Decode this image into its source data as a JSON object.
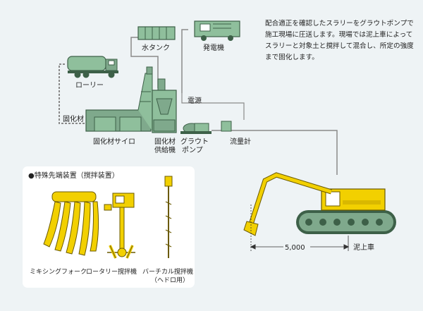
{
  "description": "配合適正を確認したスラリーをグラウトポンプで施工現場に圧送します。現場では泥上車によってスラリーと対象土と撹拌して混合し、所定の強度まで固化します。",
  "labels": {
    "water_tank": "水タンク",
    "generator": "発電機",
    "lorry": "ローリー",
    "power": "電源",
    "solidifier": "固化材",
    "silo": "固化材サイロ",
    "feeder": [
      "固化材",
      "供給機"
    ],
    "grout_pump": [
      "グラウト",
      "ポンプ"
    ],
    "flowmeter": "流量計",
    "distance": "5,000",
    "mud_vehicle": "泥上車"
  },
  "inset": {
    "title": "●特殊先端装置（撹拌装置）",
    "items": [
      {
        "label": [
          "ミキシングフォーク"
        ]
      },
      {
        "label": [
          "ロータリー撹拌機"
        ]
      },
      {
        "label": [
          "バーチカル撹拌機",
          "（ヘドロ用）"
        ]
      }
    ]
  },
  "colors": {
    "equipment_green": "#7fa98c",
    "equipment_dark": "#3d6048",
    "excavator_yellow": "#f2d000",
    "background": "#eef3f5"
  }
}
